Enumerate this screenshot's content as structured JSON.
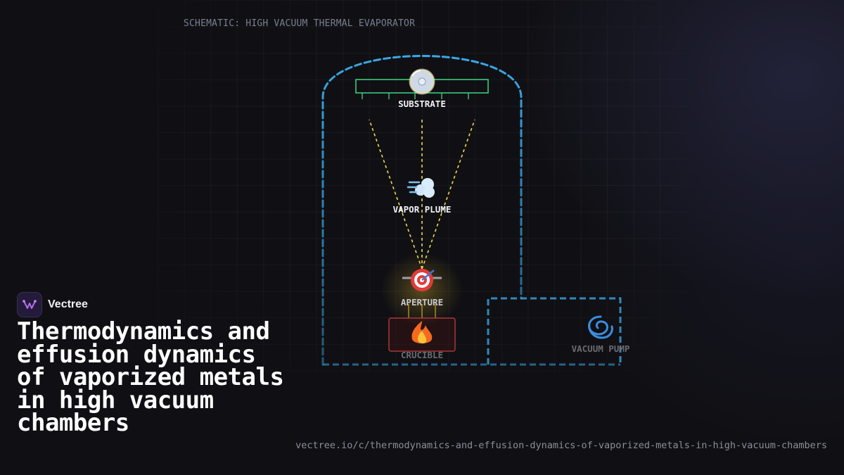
{
  "diagram": {
    "title": "SCHEMATIC: HIGH VACUUM THERMAL EVAPORATOR",
    "nodes": {
      "substrate": {
        "label": "SUBSTRATE",
        "icon": "disc-icon"
      },
      "vapor_plume": {
        "label": "VAPOR PLUME",
        "icon": "puff-icon"
      },
      "aperture": {
        "label": "APERTURE",
        "icon": "target-icon"
      },
      "crucible": {
        "label": "CRUCIBLE",
        "icon": "fire-icon"
      },
      "vacuum_pump": {
        "label": "VACUUM PUMP",
        "icon": "cyclone-icon"
      }
    },
    "colors": {
      "chamber": "#3aa8e6",
      "substrate": "#3fc97a",
      "vapor_paths": "#f0d94a",
      "crucible": "#b83a3a",
      "aperture_glow": "#e0b82a"
    }
  },
  "brand": {
    "name": "Vectree",
    "logo_icon": "vectree-logo-icon"
  },
  "headline": "Thermodynamics and effusion dynamics of vaporized metals in high vacuum chambers",
  "url": "vectree.io/c/thermodynamics-and-effusion-dynamics-of-vaporized-metals-in-high-vacuum-chambers"
}
